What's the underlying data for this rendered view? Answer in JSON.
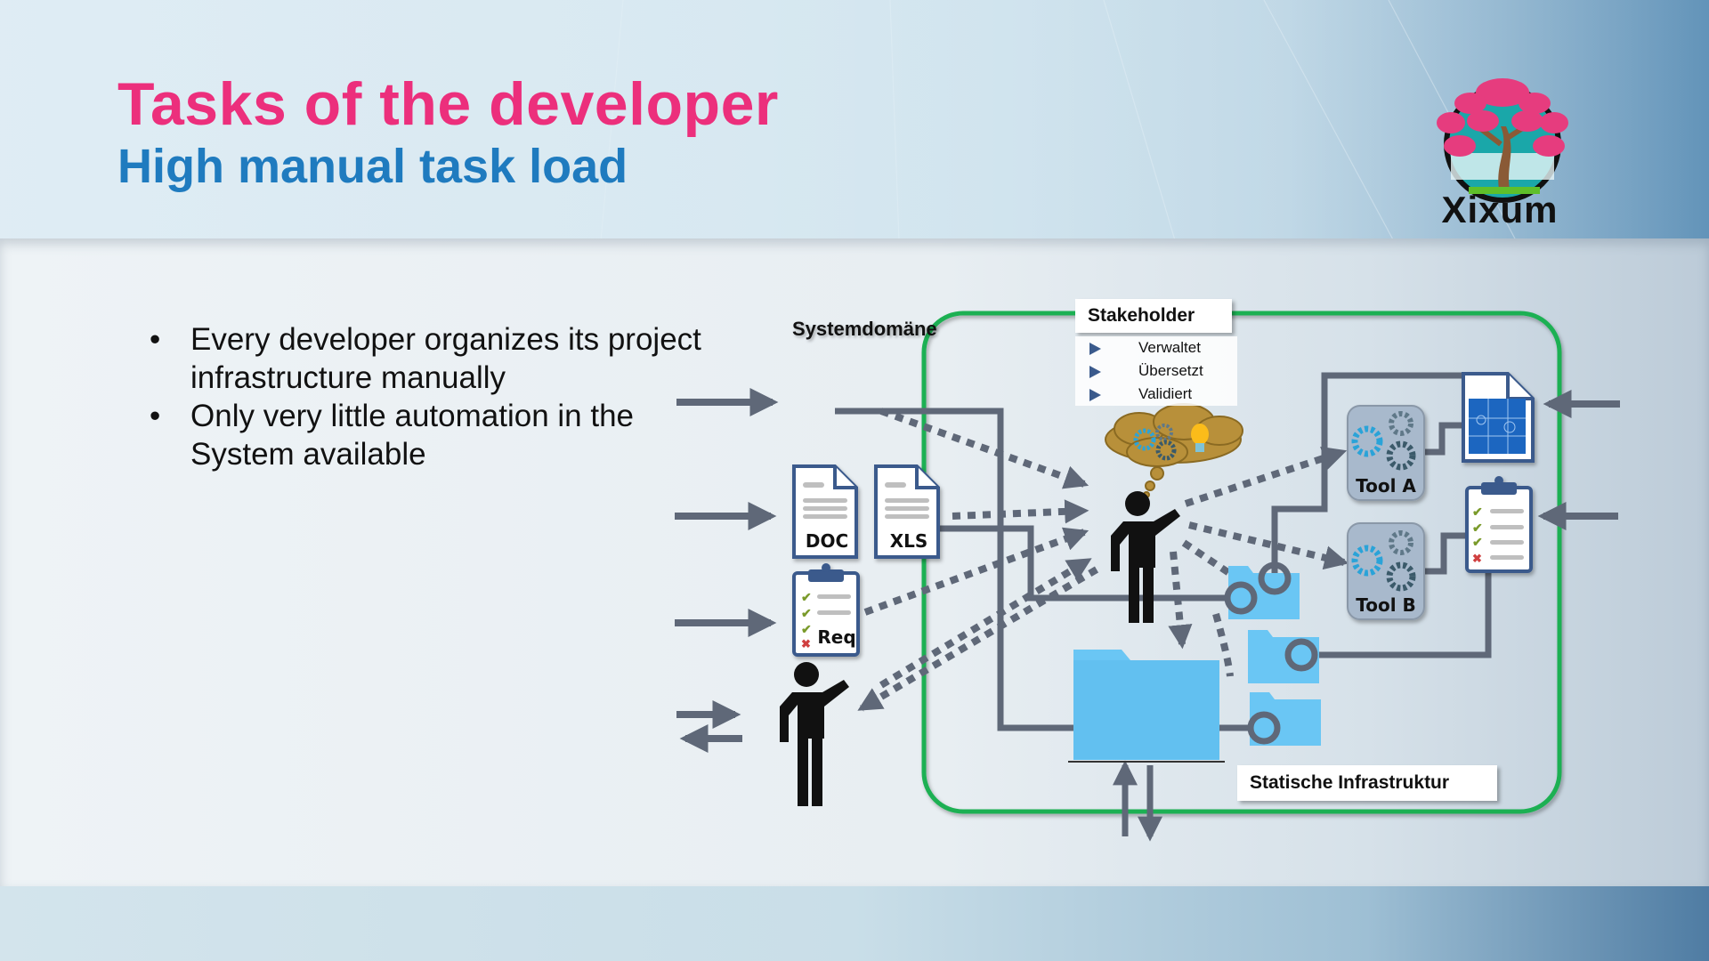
{
  "slide": {
    "title": "Tasks of the developer",
    "subtitle": "High manual task load",
    "logo": {
      "name": "Xixum",
      "icon": "bonsai-tree-logo-icon"
    },
    "colors": {
      "title": "#ec2f7c",
      "subtitle": "#1f7bbf",
      "system_border": "#1db052",
      "connector": "#5f6878",
      "folder": "#6ac6f4",
      "doc_border": "#3a5a8c"
    },
    "bullets": [
      {
        "marker": "•",
        "text": "Every developer organizes its project infrastructure manually"
      },
      {
        "marker": "•",
        "text": "Only very little automation in the System available"
      }
    ]
  },
  "diagram": {
    "system_domain_label": "Systemdomäne",
    "stakeholder": {
      "label": "Stakeholder",
      "items": [
        "Verwaltet",
        "Übersetzt",
        "Validiert"
      ],
      "thought_icons": [
        "gears-icon",
        "lightbulb-icon"
      ]
    },
    "documents": [
      {
        "label": "DOC",
        "icon": "document-icon"
      },
      {
        "label": "XLS",
        "icon": "spreadsheet-icon"
      },
      {
        "label": "Req",
        "icon": "requirements-clipboard-icon"
      }
    ],
    "tools": [
      {
        "label": "Tool A",
        "icon": "gears-icon"
      },
      {
        "label": "Tool B",
        "icon": "gears-icon"
      }
    ],
    "outputs": [
      {
        "icon": "blueprint-document-icon"
      },
      {
        "icon": "checklist-clipboard-icon"
      }
    ],
    "infrastructure_label": "Statische Infrastruktur",
    "actors": [
      {
        "role": "developer",
        "icon": "person-icon"
      },
      {
        "role": "stakeholder",
        "icon": "person-icon"
      }
    ]
  }
}
